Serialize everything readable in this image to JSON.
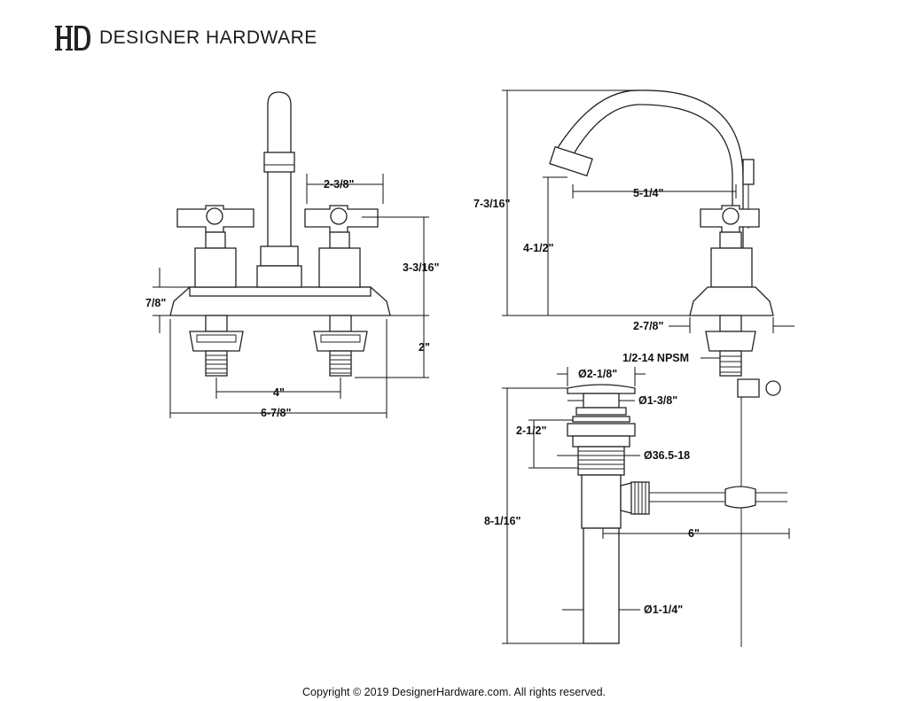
{
  "brand": {
    "name": "DESIGNER HARDWARE",
    "logo_icon": "dh-monogram-icon"
  },
  "footer": {
    "copyright": "Copyright © 2019 DesignerHardware.com. All rights reserved."
  },
  "front_view": {
    "spout_to_handle": "2-3/8\"",
    "height": "3-3/16\"",
    "deck_plate_height": "7/8\"",
    "shank_length": "2\"",
    "center_spread": "4\"",
    "overall_width": "6-7/8\""
  },
  "side_view": {
    "overall_height": "7-3/16\"",
    "spout_reach": "5-1/4\"",
    "spout_height": "4-1/2\"",
    "base_depth": "2-7/8\"",
    "thread": "1/2-14 NPSM"
  },
  "drain": {
    "flange_diameter": "Ø2-1/8\"",
    "body_diameter": "Ø1-3/8\"",
    "upper_height": "2-1/2\"",
    "thread_diameter": "Ø36.5-18",
    "overall_height": "8-1/16\"",
    "lift_rod_length": "6\"",
    "tailpiece_diameter": "Ø1-1/4\""
  }
}
